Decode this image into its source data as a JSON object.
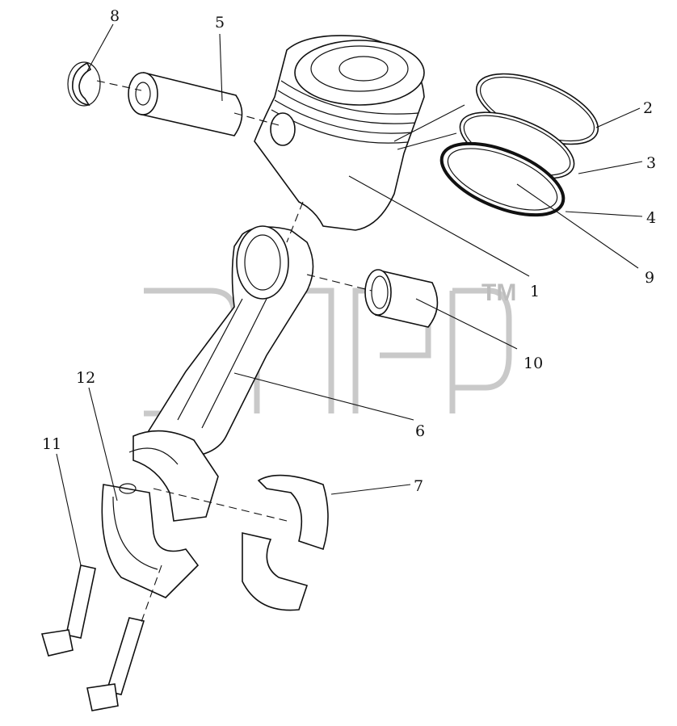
{
  "callouts": [
    {
      "id": "1",
      "text": "1"
    },
    {
      "id": "2",
      "text": "2"
    },
    {
      "id": "3",
      "text": "3"
    },
    {
      "id": "4",
      "text": "4"
    },
    {
      "id": "5",
      "text": "5"
    },
    {
      "id": "6",
      "text": "6"
    },
    {
      "id": "7",
      "text": "7"
    },
    {
      "id": "8",
      "text": "8"
    },
    {
      "id": "9",
      "text": "9"
    },
    {
      "id": "10",
      "text": "10"
    },
    {
      "id": "11",
      "text": "11"
    },
    {
      "id": "12",
      "text": "12"
    }
  ],
  "watermark": {
    "mark": "TM"
  },
  "colors": {
    "line": "#111111",
    "background": "#ffffff",
    "watermark": "#c9c9c9"
  }
}
